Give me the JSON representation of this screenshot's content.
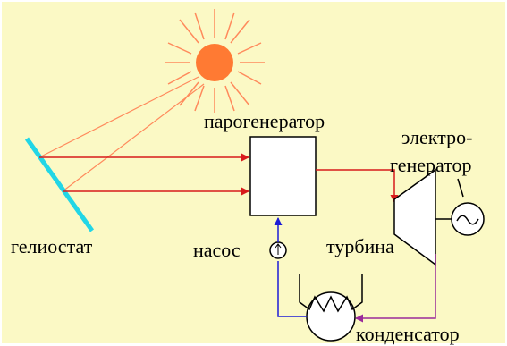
{
  "labels": {
    "heliostat": "гелиостат",
    "steam_generator": "парогенератор",
    "electro_line1": "электро-",
    "electro_line2": "генератор",
    "turbine": "турбина",
    "pump": "насос",
    "condenser": "конденсатор"
  },
  "colors": {
    "background": "#fbf9c5",
    "sun": "#ff7a33",
    "sun_rays": "#ff8a5c",
    "heliostat": "#22d6e6",
    "steam_line": "#d81b1b",
    "water_line": "#1c1cd6",
    "condensate_line": "#9a2a9a"
  },
  "icons": {
    "sun": "sun-icon",
    "mirror": "heliostat-mirror",
    "generator": "ac-generator-icon",
    "pump": "pump-icon",
    "condenser": "condenser-coil-icon",
    "turbine": "turbine-icon"
  }
}
